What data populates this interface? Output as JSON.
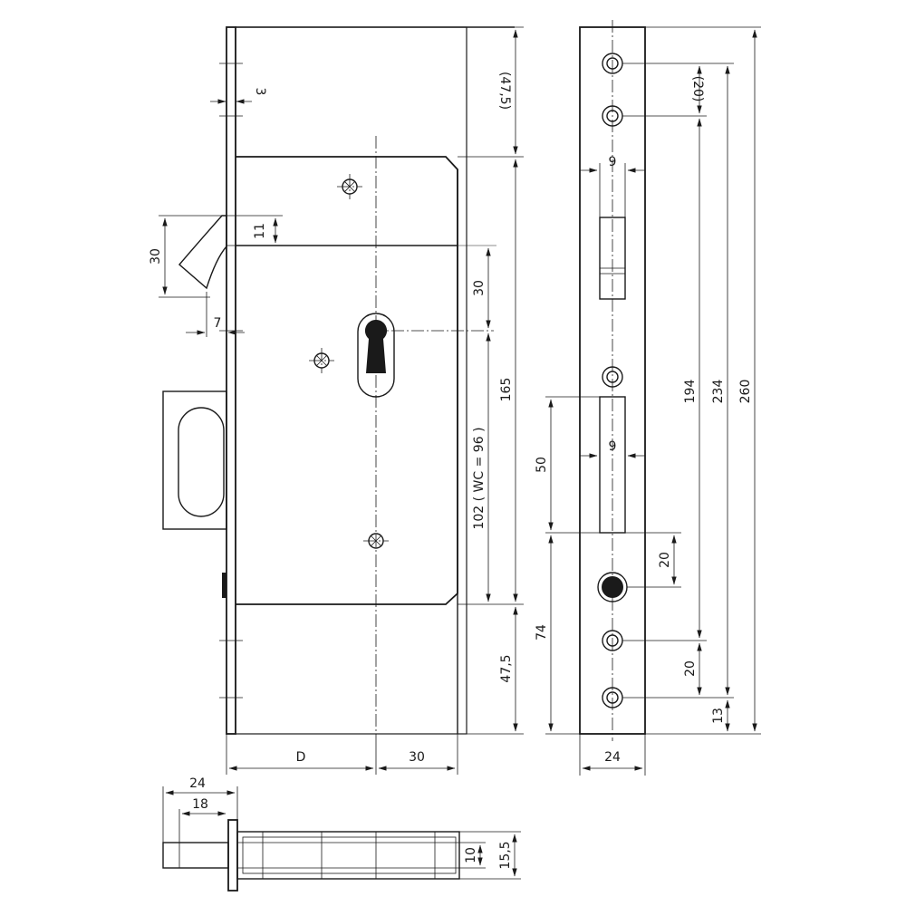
{
  "drawing": {
    "labels": {
      "d_3": "3",
      "d_47_5_top": "(47,5)",
      "d_11": "11",
      "d_30_latch": "30",
      "d_30_key": "30",
      "d_7": "7",
      "d_165": "165",
      "d_102": "102 ( WC = 96 )",
      "d_47_5_bottom": "47,5",
      "d_D": "D",
      "d_30_bottom": "30",
      "d_9_top": "9",
      "d_20_top": "(20)",
      "d_194": "194",
      "d_234": "234",
      "d_260": "260",
      "d_9_mid": "9",
      "d_50": "50",
      "d_20_mid": "20",
      "d_74": "74",
      "d_20_low": "20",
      "d_13": "13",
      "d_24_front": "24",
      "d_24_top": "24",
      "d_18": "18",
      "d_10": "10",
      "d_15_5": "15,5"
    }
  }
}
